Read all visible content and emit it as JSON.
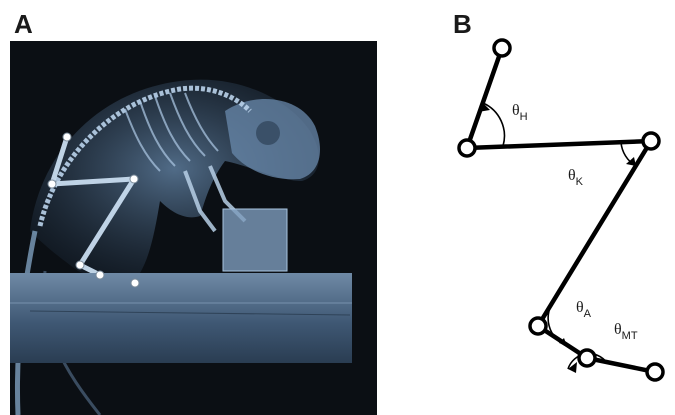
{
  "panels": {
    "a": {
      "label": "A"
    },
    "b": {
      "label": "B"
    }
  },
  "xray_image": {
    "subject": "lateral x-ray of a small rodent crouched on a platform with joint markers",
    "marker_color": "#ffffff",
    "background_color": "#0b0f14",
    "bone_tint": "#8fb3d6"
  },
  "diagram": {
    "segment_color": "#000000",
    "joint_fill": "#ffffff",
    "angles": [
      {
        "symbol": "θ",
        "subscript": "H"
      },
      {
        "symbol": "θ",
        "subscript": "K"
      },
      {
        "symbol": "θ",
        "subscript": "A"
      },
      {
        "symbol": "θ",
        "subscript": "MT"
      }
    ]
  }
}
